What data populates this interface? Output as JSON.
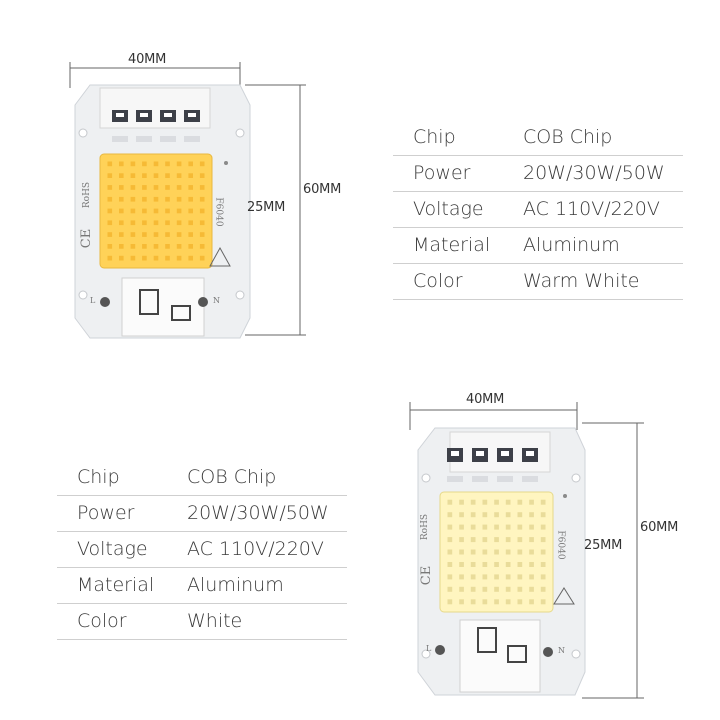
{
  "products": [
    {
      "width_label": "40MM",
      "height_label": "60MM",
      "chip_label": "25MM",
      "marks": {
        "rohs": "RoHS",
        "ce": "CE",
        "model": "F6040",
        "left_pin": "L",
        "right_pin": "N"
      },
      "colors": {
        "chip": "#ffd258",
        "chip_dot": "#f6ba35"
      },
      "specs": [
        {
          "key": "Chip",
          "value": "COB Chip"
        },
        {
          "key": "Power",
          "value": "20W/30W/50W"
        },
        {
          "key": "Voltage",
          "value": "AC 110V/220V"
        },
        {
          "key": "Material",
          "value": "Aluminum"
        },
        {
          "key": "Color",
          "value": "Warm White"
        }
      ]
    },
    {
      "width_label": "40MM",
      "height_label": "60MM",
      "chip_label": "25MM",
      "marks": {
        "rohs": "RoHS",
        "ce": "CE",
        "model": "F6040",
        "left_pin": "L",
        "right_pin": "N"
      },
      "colors": {
        "chip": "#fff5c0",
        "chip_dot": "#e9dc9a"
      },
      "specs": [
        {
          "key": "Chip",
          "value": "COB Chip"
        },
        {
          "key": "Power",
          "value": "20W/30W/50W"
        },
        {
          "key": "Voltage",
          "value": "AC 110V/220V"
        },
        {
          "key": "Material",
          "value": "Aluminum"
        },
        {
          "key": "Color",
          "value": "White"
        }
      ]
    }
  ]
}
